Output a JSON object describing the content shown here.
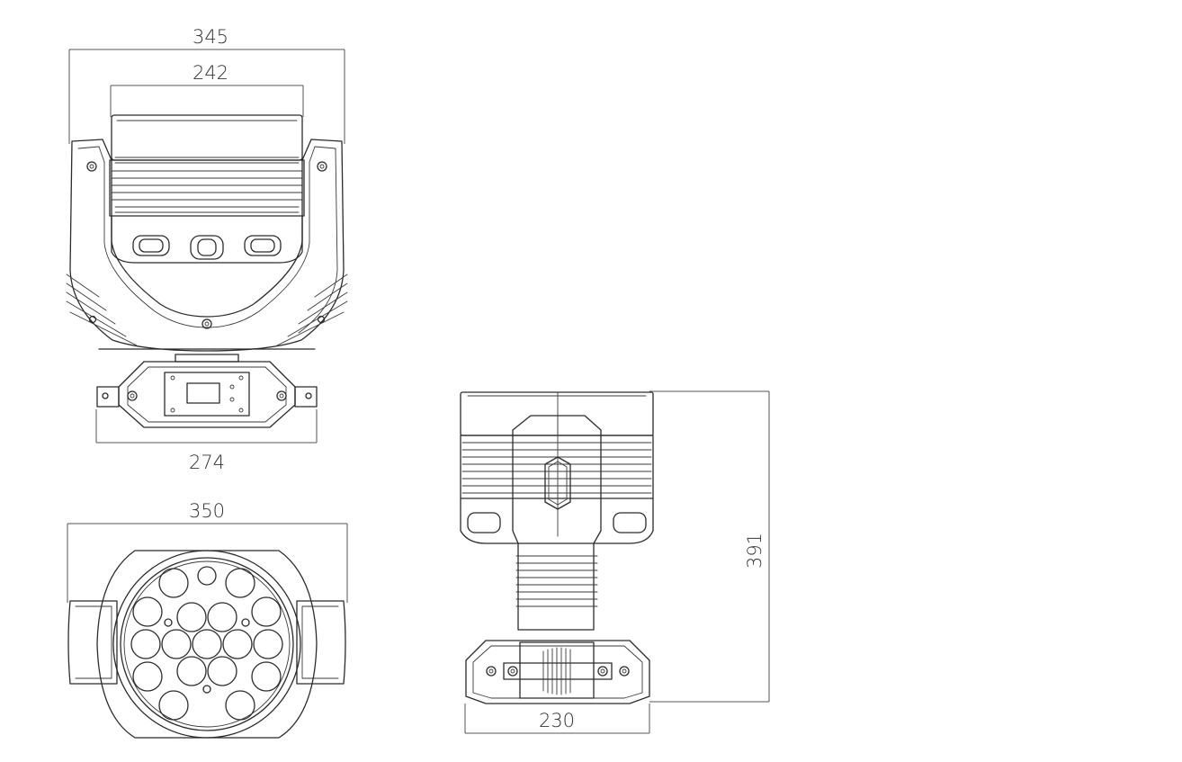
{
  "dimensions": {
    "front_overall_width": "345",
    "front_head_width": "242",
    "front_base_width": "274",
    "lens_view_width": "350",
    "side_view_height": "391",
    "side_base_width": "230"
  },
  "colors": {
    "line": "#2b2b2b",
    "background": "#ffffff"
  }
}
